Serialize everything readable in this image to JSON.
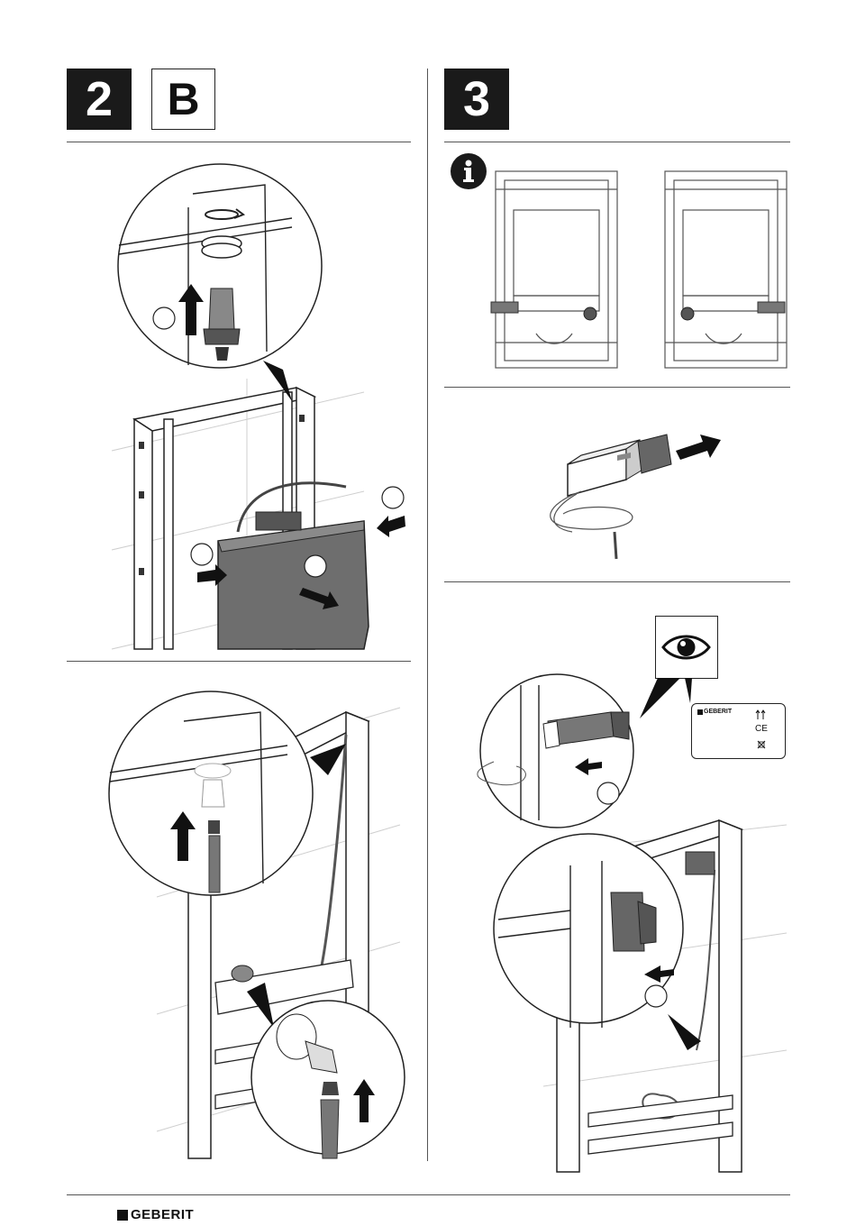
{
  "header": {
    "step_left": "2",
    "variant_left": "B",
    "step_right": "3"
  },
  "icons": {
    "info": "info-icon",
    "eye": "eye-icon",
    "arrow": "arrow-icon"
  },
  "label_card": {
    "brand": "GEBERIT",
    "ce_mark": "CE"
  },
  "footer": {
    "brand": "GEBERIT"
  },
  "colors": {
    "ink": "#1a1a1a",
    "line": "#555555",
    "module_fill": "#6e6e6e"
  }
}
